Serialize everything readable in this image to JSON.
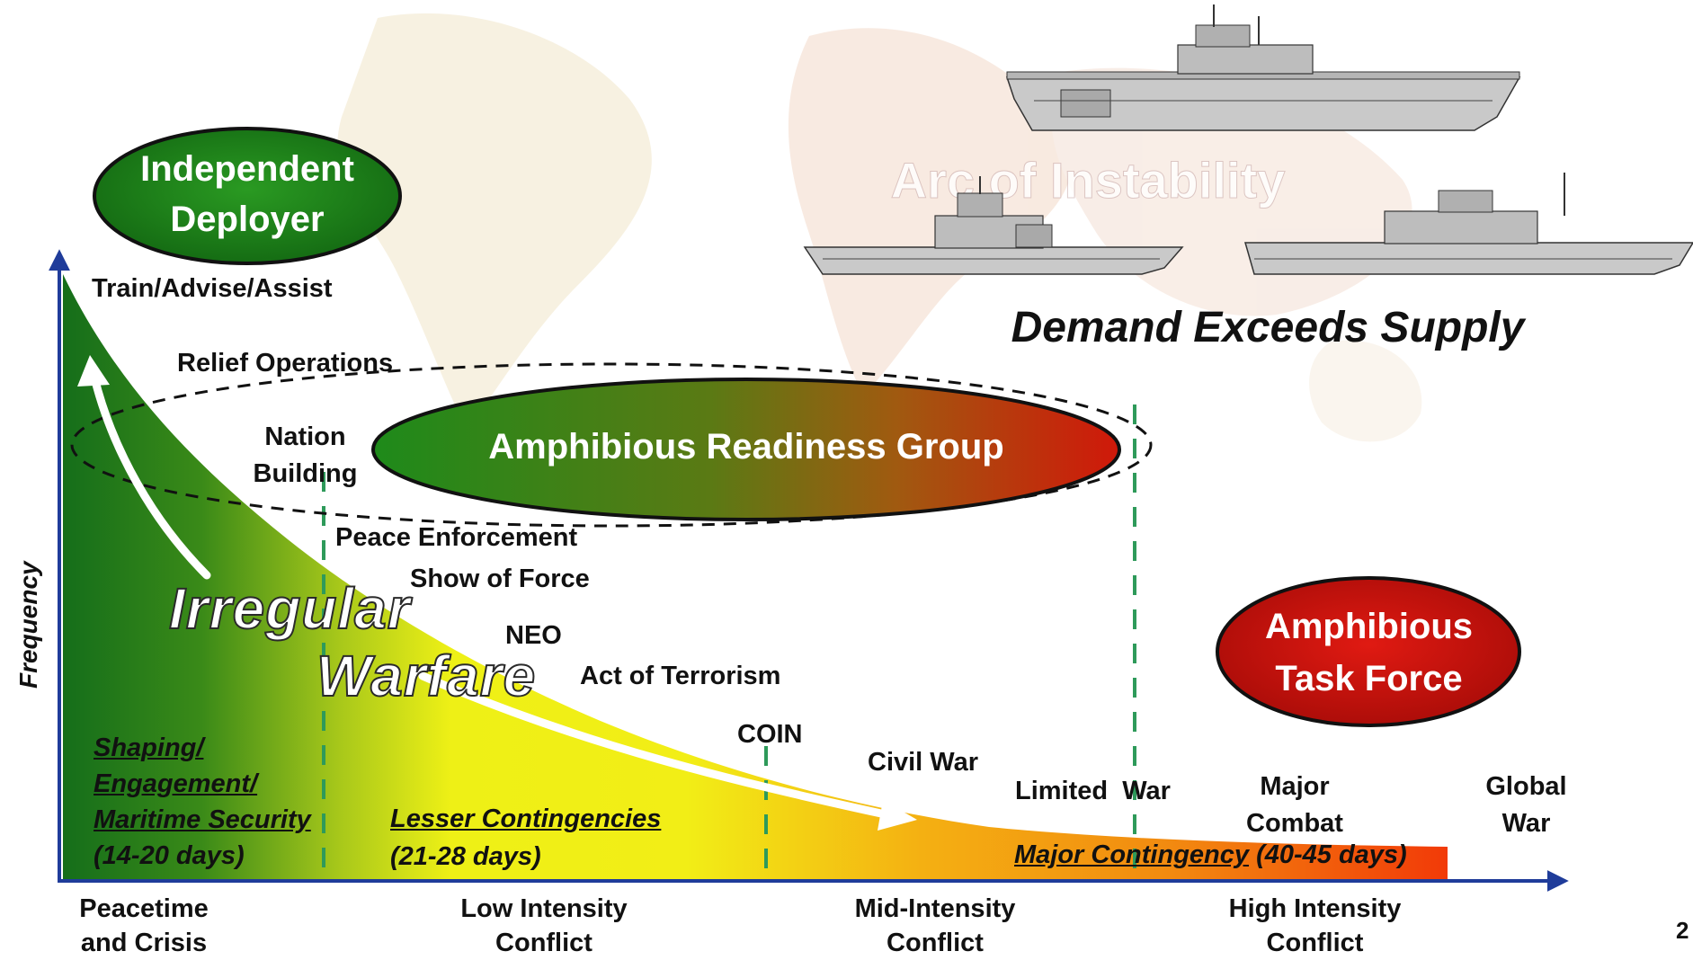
{
  "watermark": "Arc of Instability",
  "headline": "Demand Exceeds Supply",
  "ovals": {
    "independent_deployer": [
      "Independent",
      "Deployer"
    ],
    "arg": "Amphibious Readiness Group",
    "atf": [
      "Amphibious",
      "Task Force"
    ]
  },
  "axis": {
    "y_label": "Frequency",
    "x_categories": [
      [
        "Peacetime",
        "and Crisis"
      ],
      [
        "Low Intensity",
        "Conflict"
      ],
      [
        "Mid-Intensity",
        "Conflict"
      ],
      [
        "High Intensity",
        "Conflict"
      ]
    ]
  },
  "operations": {
    "train": "Train/Advise/Assist",
    "relief": "Relief Operations",
    "nation": [
      "Nation",
      "Building"
    ],
    "peace": "Peace Enforcement",
    "show": "Show of Force",
    "neo": "NEO",
    "terror": "Act of Terrorism",
    "coin": "COIN",
    "civil": "Civil War",
    "limited": "Limited  War",
    "major": [
      "Major",
      "Combat"
    ],
    "global": [
      "Global",
      "War"
    ]
  },
  "irregular_warfare": [
    "Irregular",
    "Warfare"
  ],
  "phases": {
    "shaping": [
      "Shaping/",
      "Engagement/",
      "Maritime Security"
    ],
    "shaping_days": "(14-20 days)",
    "lesser": "Lesser Contingencies",
    "lesser_days": "(21-28 days)",
    "major": "Major Contingency",
    "major_days": " (40-45 days)"
  },
  "page_number": "2",
  "colors": {
    "green_oval": "#1a7a14",
    "red_oval": "#c8100c",
    "arg_left": "#1e8a1a",
    "arg_mid": "#7a6a10",
    "arg_right": "#d01a0a",
    "curve_green": "#156e1a",
    "curve_yellow": "#f2f216",
    "curve_orange": "#f08a10",
    "curve_red": "#f23a08",
    "axis": "#1f3c9a",
    "divider": "#2e9a5a",
    "headline": "#111111"
  }
}
